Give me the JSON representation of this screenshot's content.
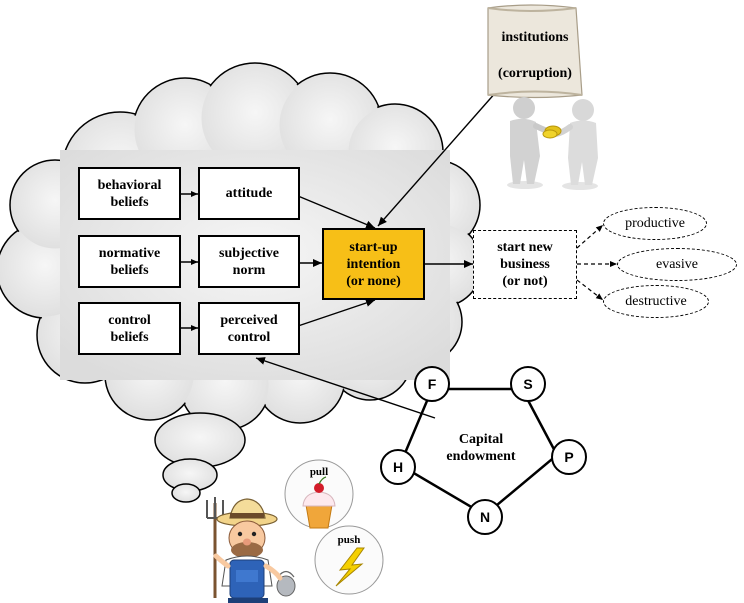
{
  "institutions": {
    "line1": "institutions",
    "line2": "(corruption)"
  },
  "tpb": {
    "behavioral_beliefs": "behavioral\nbeliefs",
    "attitude": "attitude",
    "normative_beliefs": "normative\nbeliefs",
    "subjective_norm": "subjective\nnorm",
    "control_beliefs": "control\nbeliefs",
    "perceived_control": "perceived\ncontrol",
    "intention": "start-up\nintention\n(or none)"
  },
  "outcome": {
    "start_business": "start new\nbusiness\n(or not)",
    "productive": "productive",
    "evasive": "evasive",
    "destructive": "destructive"
  },
  "capital": {
    "center": "Capital\nendowment",
    "F": "F",
    "S": "S",
    "P": "P",
    "N": "N",
    "H": "H"
  },
  "motivation": {
    "pull": "pull",
    "push": "push"
  },
  "colors": {
    "intention_fill": "#f7bf17",
    "cloud_fill": "#ececec"
  }
}
